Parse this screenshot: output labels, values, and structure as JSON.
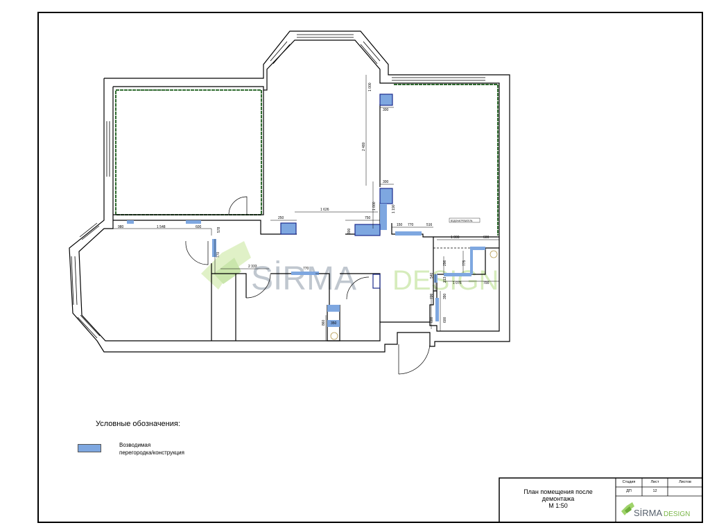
{
  "colors": {
    "new_partition": "#7ea7e0",
    "new_partition_outline": "#1c2a8c",
    "finish_line": "#2f6b2f",
    "watermark_green": "#9fd36a",
    "watermark_gray": "#8e9aa8"
  },
  "dimensions": {
    "d1000_top": "1 000",
    "d300_top": "300",
    "d2480": "2 480",
    "d300_mid": "300",
    "d1000_mid": "1 000",
    "d1190": "1 190",
    "d1626": "1 626",
    "d250": "250",
    "d300_left": "300",
    "d750": "750",
    "d150": "150",
    "d770": "770",
    "d516": "516",
    "d980": "980",
    "d1548": "1 548",
    "d600_left": "600",
    "d578": "578",
    "d770_v": "770",
    "d2333": "2 333",
    "d770_c": "770",
    "d1000_r": "1 000",
    "d600_r": "600",
    "d296": "296",
    "d775": "775",
    "d540": "540",
    "d213": "213",
    "d1076": "1 076",
    "d700": "700",
    "d720": "720",
    "d390": "390",
    "d600_b": "600",
    "d600_b2": "600",
    "d860": "860",
    "d350": "350",
    "tag": "ВОДОНАГРЕВАТЕЛЬ"
  },
  "legend": {
    "title": "Условные обозначения:",
    "item_label_line1": "Возводимая",
    "item_label_line2": "перегородка/конструкция"
  },
  "title_block": {
    "title_line1": "План помещения после",
    "title_line2": "демонтажа",
    "scale": "М 1:50",
    "col_stage": "Стадия",
    "col_sheet": "Лист",
    "col_sheets": "Листов",
    "stage": "ДП",
    "sheet": "12",
    "sheets": ""
  },
  "watermark": {
    "part1": "SİRMA",
    "part2": "DESIGN"
  },
  "logo": {
    "part1": "SİRMA",
    "part2": "DESIGN"
  }
}
